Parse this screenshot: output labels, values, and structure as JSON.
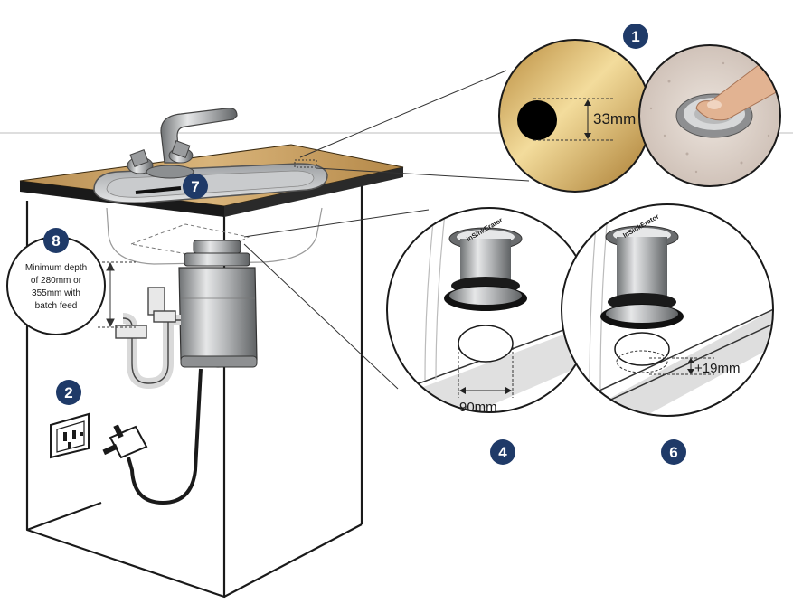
{
  "colors": {
    "badge": "#1f3a68",
    "counter_top": "#c8a064",
    "counter_edge": "#1a1a1a",
    "brass": "#d6b36c",
    "steel": "#a9abad",
    "granite": "#d9cfc8",
    "button_hole": "#000000"
  },
  "badges": {
    "b1": "1",
    "b2": "2",
    "b4": "4",
    "b6": "6",
    "b7": "7",
    "b8": "8"
  },
  "depth_note": {
    "line1": "Minimum depth",
    "line2": "of 280mm or",
    "line3": "355mm with",
    "line4": "batch feed"
  },
  "dimensions": {
    "hole": "33mm",
    "flange": "90mm",
    "extra": "+19mm"
  },
  "brand": {
    "flange_a": "InSinkErator",
    "flange_b": "InSinkErator"
  }
}
